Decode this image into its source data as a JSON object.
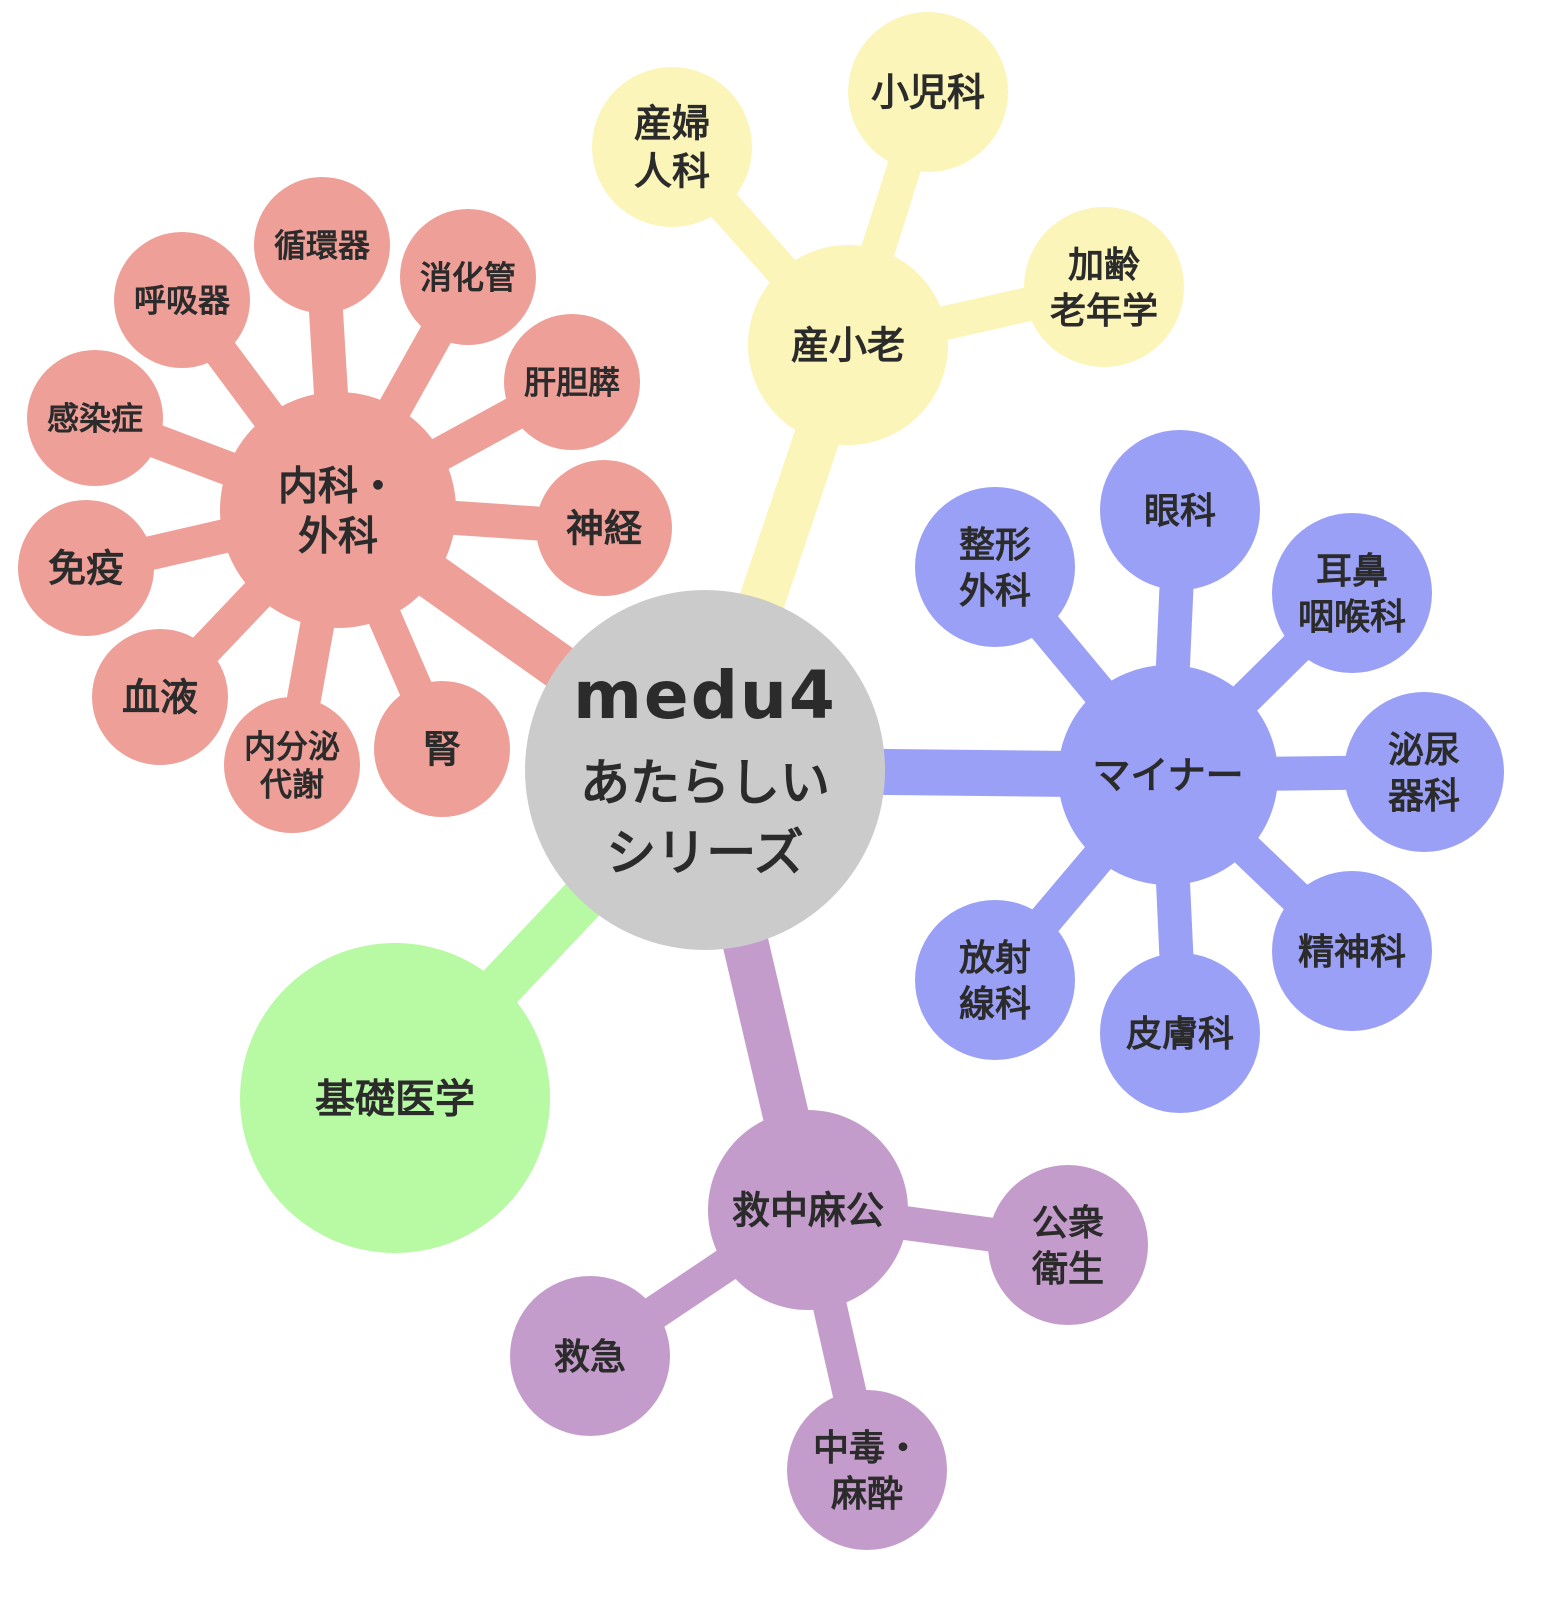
{
  "center": {
    "logo": "medu4",
    "line1": "あたらしい",
    "line2": "シリーズ"
  },
  "colors": {
    "center": "#cbcbcb",
    "naika": "#ee9f98",
    "sanshoro": "#fbf5b9",
    "minor": "#9aa0f5",
    "kyuchu": "#c49ccb",
    "kiso": "#b8f9a4"
  },
  "branches": {
    "naika": {
      "hub": [
        "内科・",
        "外科"
      ],
      "leaves": [
        {
          "lines": [
            "循環器"
          ]
        },
        {
          "lines": [
            "呼吸器"
          ]
        },
        {
          "lines": [
            "消化管"
          ]
        },
        {
          "lines": [
            "肝胆膵"
          ]
        },
        {
          "lines": [
            "感染症"
          ]
        },
        {
          "lines": [
            "神経"
          ]
        },
        {
          "lines": [
            "免疫"
          ]
        },
        {
          "lines": [
            "血液"
          ]
        },
        {
          "lines": [
            "内分泌",
            "代謝"
          ]
        },
        {
          "lines": [
            "腎"
          ]
        }
      ]
    },
    "sanshoro": {
      "hub": [
        "産小老"
      ],
      "leaves": [
        {
          "lines": [
            "産婦",
            "人科"
          ]
        },
        {
          "lines": [
            "小児科"
          ]
        },
        {
          "lines": [
            "加齢",
            "老年学"
          ]
        }
      ]
    },
    "minor": {
      "hub": [
        "マイナー"
      ],
      "leaves": [
        {
          "lines": [
            "整形",
            "外科"
          ]
        },
        {
          "lines": [
            "眼科"
          ]
        },
        {
          "lines": [
            "耳鼻",
            "咽喉科"
          ]
        },
        {
          "lines": [
            "泌尿",
            "器科"
          ]
        },
        {
          "lines": [
            "精神科"
          ]
        },
        {
          "lines": [
            "皮膚科"
          ]
        },
        {
          "lines": [
            "放射",
            "線科"
          ]
        }
      ]
    },
    "kyuchu": {
      "hub": [
        "救中麻公"
      ],
      "leaves": [
        {
          "lines": [
            "公衆",
            "衛生"
          ]
        },
        {
          "lines": [
            "救急"
          ]
        },
        {
          "lines": [
            "中毒・",
            "麻酔"
          ]
        }
      ]
    },
    "kiso": {
      "hub": [
        "基礎医学"
      ]
    }
  }
}
